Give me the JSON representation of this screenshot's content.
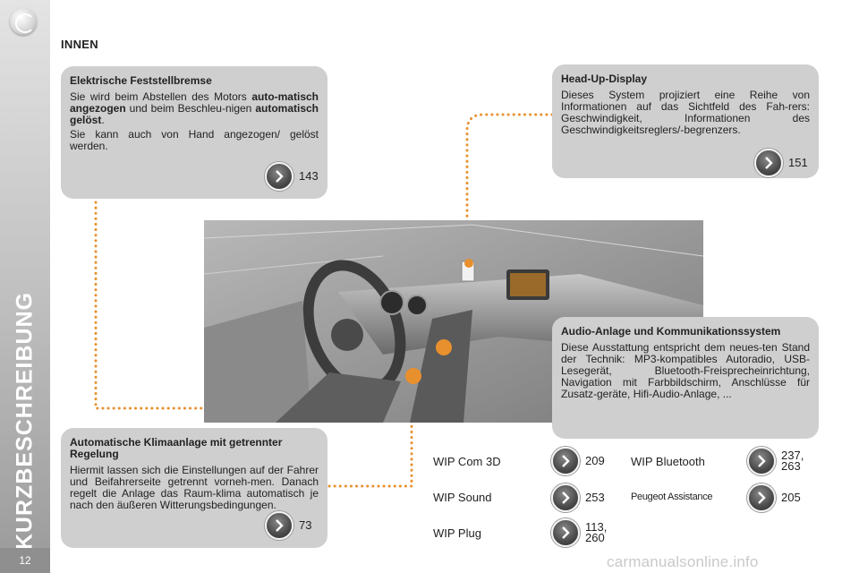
{
  "page": {
    "number": "12",
    "side_title": "KURZBESCHREIBUNG",
    "section_title": "INNEN",
    "footer": "carmanualsonline.info"
  },
  "boxes": {
    "brake": {
      "title": "Elektrische Feststellbremse",
      "p1_a": "Sie wird beim Abstellen des Motors ",
      "p1_b": "auto-matisch angezogen",
      "p1_c": " und beim Beschleu-nigen ",
      "p1_d": "automatisch gelöst",
      "p1_e": ".",
      "p2": "Sie kann auch von Hand angezogen/ gelöst werden.",
      "ref": "143"
    },
    "hud": {
      "title": "Head-Up-Display",
      "text": "Dieses System projiziert eine Reihe von Informationen auf das Sichtfeld des Fah-rers: Geschwindigkeit, Informationen des Geschwindigkeitsreglers/-begrenzers.",
      "ref": "151"
    },
    "audio": {
      "title": "Audio-Anlage und Kommunikationssystem",
      "text": "Diese Ausstattung entspricht dem neues-ten Stand der Technik: MP3-kompatibles Autoradio, USB-Lesegerät, Bluetooth-Freisprecheinrichtung, Navigation mit Farbbildschirm, Anschlüsse für Zusatz-geräte, Hifi-Audio-Anlage, ..."
    },
    "climate": {
      "title": "Automatische Klimaanlage mit getrennter Regelung",
      "text": "Hiermit lassen sich die Einstellungen auf der Fahrer und Beifahrerseite getrennt vorneh-men. Danach regelt die Anlage das Raum-klima automatisch je nach den äußeren Witterungsbedingungen.",
      "ref": "73"
    }
  },
  "wip": [
    {
      "label": "WIP Com 3D",
      "ref": "209"
    },
    {
      "label": "WIP Sound",
      "ref": "253"
    },
    {
      "label": "WIP Plug",
      "ref1": "113,",
      "ref2": "260"
    },
    {
      "label": "WIP Bluetooth",
      "ref1": "237,",
      "ref2": "263"
    },
    {
      "label": "Peugeot Assistance",
      "ref": "205"
    }
  ],
  "colors": {
    "box_bg": "#cfcfcf",
    "dot_orange": "#e8902e",
    "sidebar": "#b0b0b0"
  },
  "icons": {
    "ref_button": "chevron-right-icon",
    "logo": "logo-icon"
  }
}
